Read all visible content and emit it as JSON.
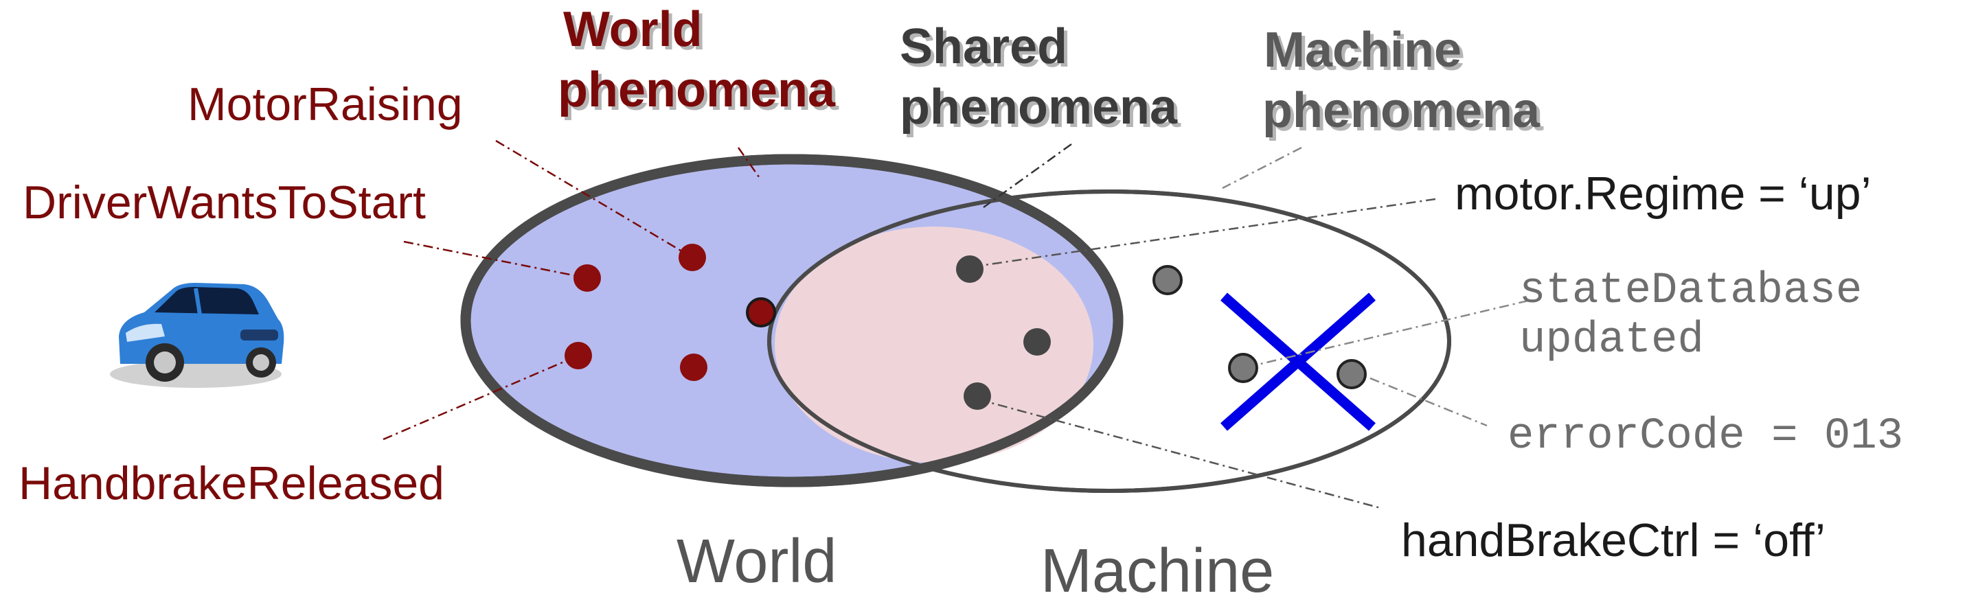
{
  "headings": {
    "world": [
      "World",
      "phenomena"
    ],
    "shared": [
      "Shared",
      "phenomena"
    ],
    "machine": [
      "Machine",
      "phenomena"
    ]
  },
  "world_phenomena": {
    "motor_raising": "MotorRaising",
    "driver_wants_to_start": "DriverWantsToStart",
    "handbrake_released": "HandbrakeReleased"
  },
  "shared_phenomena": {
    "motor_regime": "motor.Regime = ‘up’",
    "hand_brake_ctrl": "handBrakeCtrl = ‘off’"
  },
  "machine_phenomena": {
    "state_database": [
      "stateDatabase",
      "updated"
    ],
    "error_code": "errorCode = 013"
  },
  "regions": {
    "world": "World",
    "machine": "Machine"
  },
  "colors": {
    "world_text": "#7a0a0a",
    "world_fill": "#b6bcef",
    "shared_fill": "#efd5da",
    "dark_text": "#3c3c3c",
    "mono_text": "#6e6e6e",
    "cross": "#0000e6",
    "world_dot": "#8b0d0d",
    "machine_dot": "#5a5a5a",
    "car_body": "#2f7fd6"
  },
  "icons": [
    "car-icon",
    "cross-mark-icon"
  ]
}
